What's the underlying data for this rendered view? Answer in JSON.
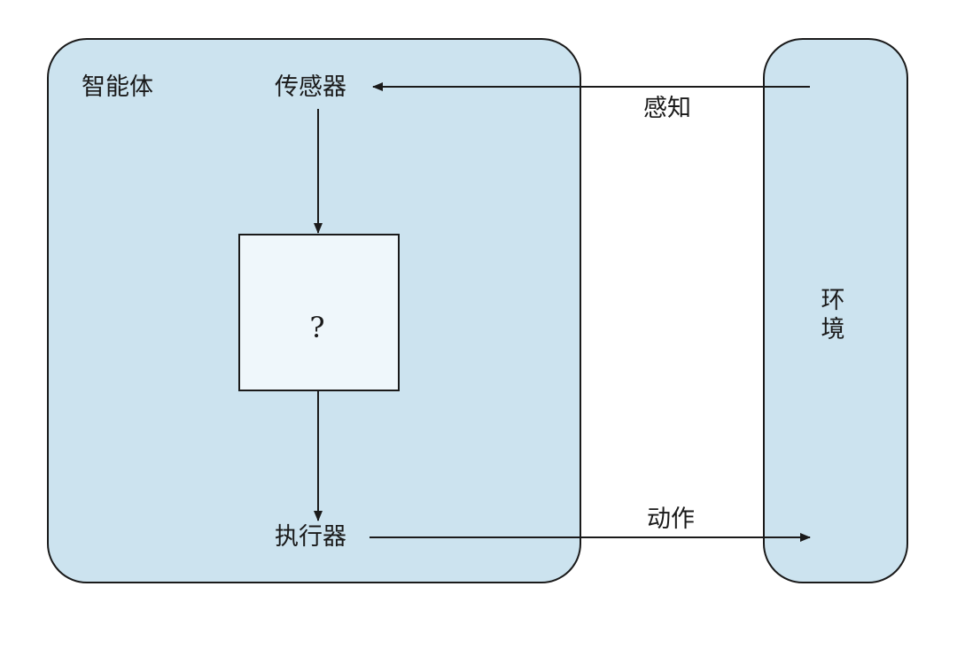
{
  "agent": {
    "title": "智能体",
    "sensor_label": "传感器",
    "actuator_label": "执行器",
    "unknown_box_label": "?"
  },
  "environment": {
    "title_chars": [
      "环",
      "境"
    ]
  },
  "flows": {
    "perception_label": "感知",
    "action_label": "动作"
  },
  "colors": {
    "panel_fill": "#cce3ef",
    "box_fill": "#eff7fb",
    "stroke": "#1a1a1a"
  }
}
